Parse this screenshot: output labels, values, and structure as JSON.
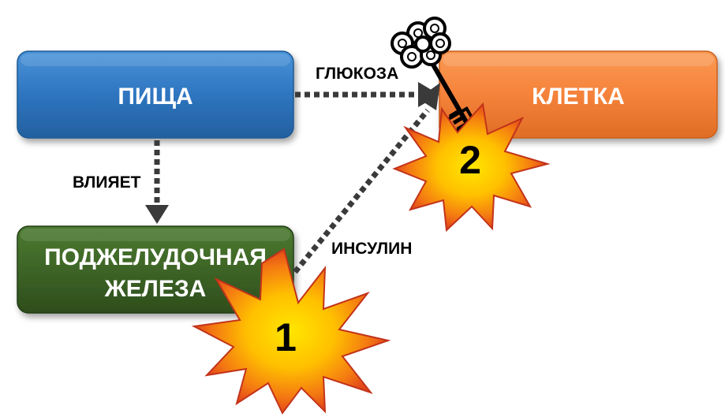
{
  "nodes": {
    "food": {
      "label": "ПИЩА",
      "color": "#2e75c0"
    },
    "cell": {
      "label": "КЛЕТКА",
      "color": "#f5823a"
    },
    "pancreas": {
      "label_line1": "ПОДЖЕЛУДОЧНАЯ",
      "label_line2": "ЖЕЛЕЗА",
      "color": "#3d6426"
    }
  },
  "edges": {
    "food_to_cell": {
      "label": "ГЛЮКОЗА"
    },
    "food_to_pancreas": {
      "label": "ВЛИЯЕТ"
    },
    "pancreas_to_cell": {
      "label": "ИНСУЛИН"
    }
  },
  "badges": {
    "first": {
      "number": "1"
    },
    "second": {
      "number": "2"
    }
  },
  "icons": {
    "key": "key-icon",
    "explosion": "explosion-icon"
  }
}
